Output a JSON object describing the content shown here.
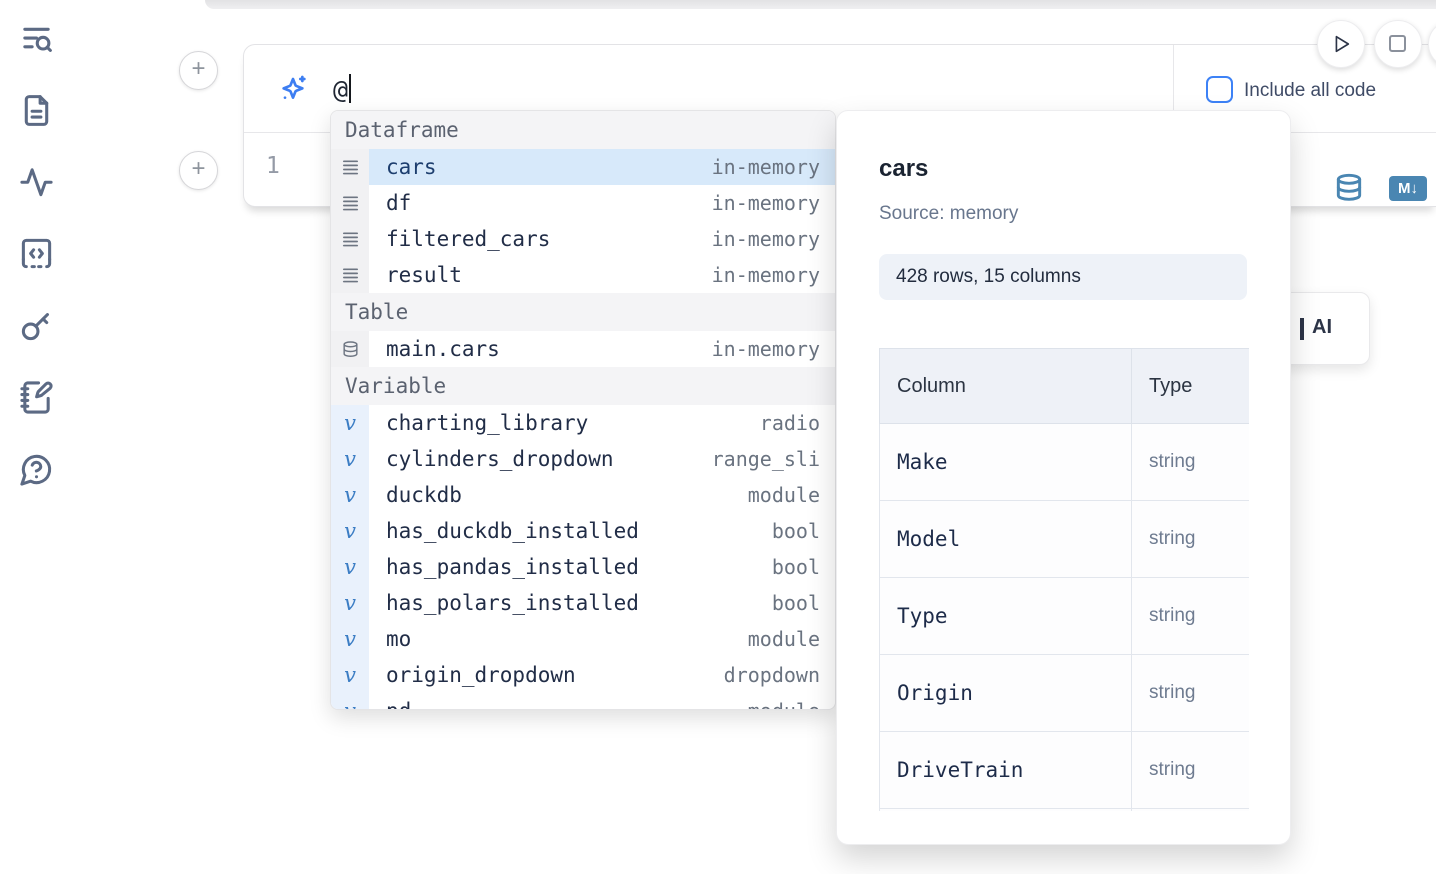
{
  "sidebar": {
    "items": [
      {
        "icon": "text-search-icon"
      },
      {
        "icon": "file-text-icon"
      },
      {
        "icon": "activity-icon"
      },
      {
        "icon": "code-snippets-icon"
      },
      {
        "icon": "key-icon"
      },
      {
        "icon": "notebook-pen-icon"
      },
      {
        "icon": "help-chat-icon"
      }
    ]
  },
  "toolbar": {
    "buttons": [
      {
        "icon": "play-icon"
      },
      {
        "icon": "stop-icon"
      },
      {
        "icon": "partial-hidden-icon"
      }
    ]
  },
  "prompt": {
    "icon": "sparkles-icon",
    "value": "@",
    "include_all_code": {
      "label": "Include all code",
      "checked": false
    }
  },
  "code_cell": {
    "line_number": "1",
    "actions": {
      "datasource_icon": "database-icon",
      "markdown_badge": "M↓"
    }
  },
  "autocomplete": {
    "sections": [
      {
        "label": "Dataframe",
        "icon": "rows-icon",
        "items": [
          {
            "name": "cars",
            "type": "in-memory",
            "selected": true
          },
          {
            "name": "df",
            "type": "in-memory"
          },
          {
            "name": "filtered_cars",
            "type": "in-memory"
          },
          {
            "name": "result",
            "type": "in-memory"
          }
        ]
      },
      {
        "label": "Table",
        "icon": "database-icon",
        "items": [
          {
            "name": "main.cars",
            "type": "in-memory"
          }
        ]
      },
      {
        "label": "Variable",
        "icon": "variable-icon",
        "items": [
          {
            "name": "charting_library",
            "type": "radio"
          },
          {
            "name": "cylinders_dropdown",
            "type": "range_sli"
          },
          {
            "name": "duckdb",
            "type": "module"
          },
          {
            "name": "has_duckdb_installed",
            "type": "bool"
          },
          {
            "name": "has_pandas_installed",
            "type": "bool"
          },
          {
            "name": "has_polars_installed",
            "type": "bool"
          },
          {
            "name": "mo",
            "type": "module"
          },
          {
            "name": "origin_dropdown",
            "type": "dropdown"
          },
          {
            "name": "pd",
            "type": "module",
            "clipped": true
          }
        ]
      }
    ]
  },
  "preview": {
    "title": "cars",
    "source": "Source: memory",
    "shape": "428 rows, 15 columns",
    "table": {
      "headers": [
        "Column",
        "Type"
      ],
      "rows": [
        [
          "Make",
          "string"
        ],
        [
          "Model",
          "string"
        ],
        [
          "Type",
          "string"
        ],
        [
          "Origin",
          "string"
        ],
        [
          "DriveTrain",
          "string"
        ]
      ],
      "has_clipped_row": true
    }
  },
  "ai_button": {
    "label": "AI"
  }
}
